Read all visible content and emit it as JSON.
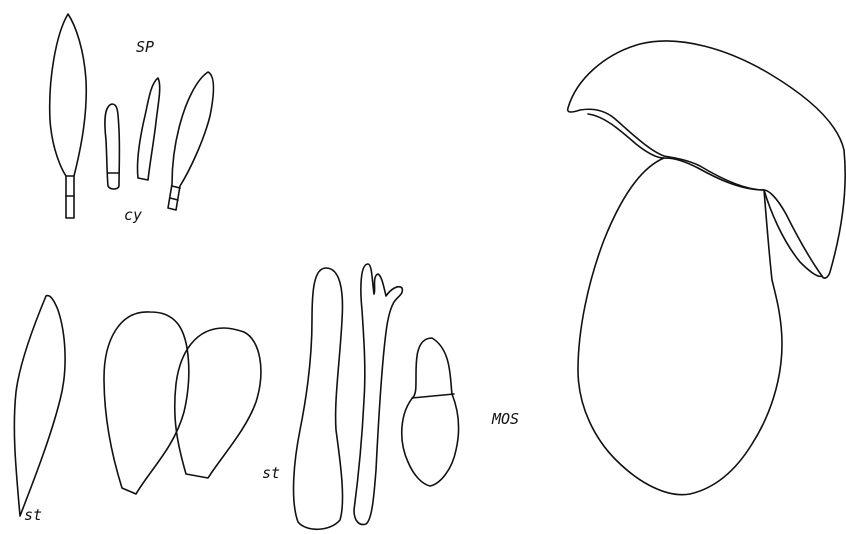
{
  "figure": {
    "labels": {
      "sp": "SP",
      "cy": "cy",
      "st_left": "st",
      "st_middle": "st",
      "mos": "MOS"
    },
    "ink_color": "#111111",
    "paper_color": "#ffffff"
  }
}
